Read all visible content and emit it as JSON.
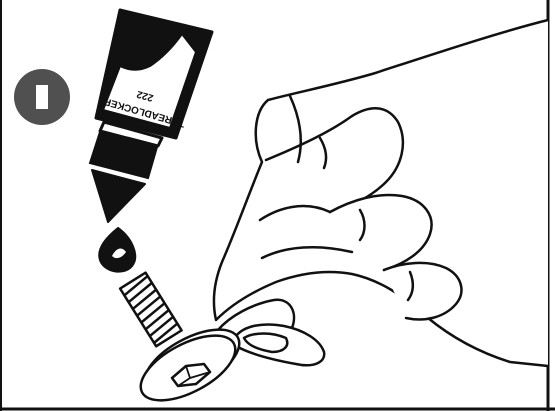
{
  "step": {
    "number": "1",
    "badge_color": "#505050"
  },
  "tube": {
    "product_name": "THREADLOCKER",
    "product_code": "222",
    "ink_color": "#111111"
  },
  "illustration": {
    "line_color": "#111111",
    "background": "#ffffff",
    "depicts": [
      "threadlocker-tube-icon",
      "adhesive-drop-icon",
      "bolt-icon",
      "hand-icon",
      "washer-icon"
    ]
  }
}
